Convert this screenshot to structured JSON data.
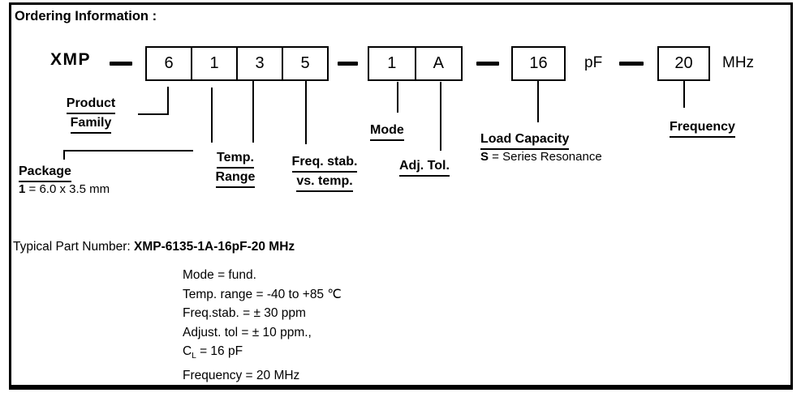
{
  "title": "Ordering Information :",
  "part_row": {
    "prefix": "XMP",
    "group1": [
      "6",
      "1",
      "3",
      "5"
    ],
    "group2": [
      "1",
      "A"
    ],
    "load_value": "16",
    "load_unit": "pF",
    "freq_value": "20",
    "freq_unit": "MHz"
  },
  "labels": {
    "product_family": [
      "Product",
      "Family"
    ],
    "package": "Package",
    "package_note_key": "1",
    "package_note_rest": " = 6.0 x 3.5 mm",
    "temp_range": [
      "Temp.",
      "Range"
    ],
    "freq_stab": [
      "Freq. stab.",
      "vs. temp."
    ],
    "mode": "Mode",
    "adj_tol": "Adj. Tol.",
    "load_capacity": "Load Capacity",
    "load_capacity_note_key": "S",
    "load_capacity_note_rest": " = Series Resonance",
    "frequency": "Frequency"
  },
  "typical": {
    "label": "Typical Part Number: ",
    "part_number": "XMP-6135-1A-16pF-20 MHz",
    "details": {
      "line1": "Mode = fund.",
      "line2": "Temp. range = -40 to +85 ℃",
      "line3": "Freq.stab. = ± 30 ppm",
      "line4": "Adjust. tol = ± 10 ppm.,",
      "line5_main": "C",
      "line5_sub": "L",
      "line5_rest": " = 16 pF",
      "line6": "Frequency = 20 MHz"
    }
  },
  "colors": {
    "ink": "#000000",
    "background": "#ffffff"
  }
}
